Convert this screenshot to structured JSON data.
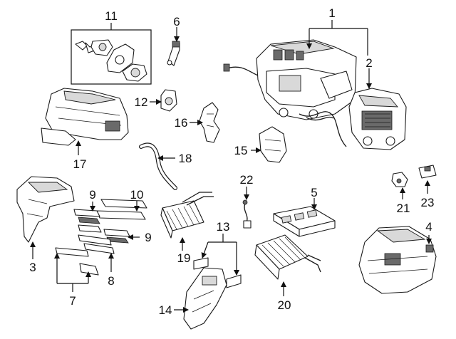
{
  "diagram": {
    "callouts": [
      {
        "id": "c1",
        "label": "1"
      },
      {
        "id": "c2",
        "label": "2"
      },
      {
        "id": "c3",
        "label": "3"
      },
      {
        "id": "c4",
        "label": "4"
      },
      {
        "id": "c5",
        "label": "5"
      },
      {
        "id": "c6",
        "label": "6"
      },
      {
        "id": "c7",
        "label": "7"
      },
      {
        "id": "c8",
        "label": "8"
      },
      {
        "id": "c9a",
        "label": "9"
      },
      {
        "id": "c9b",
        "label": "9"
      },
      {
        "id": "c10",
        "label": "10"
      },
      {
        "id": "c11",
        "label": "11"
      },
      {
        "id": "c12",
        "label": "12"
      },
      {
        "id": "c13",
        "label": "13"
      },
      {
        "id": "c14",
        "label": "14"
      },
      {
        "id": "c15",
        "label": "15"
      },
      {
        "id": "c16",
        "label": "16"
      },
      {
        "id": "c17",
        "label": "17"
      },
      {
        "id": "c18",
        "label": "18"
      },
      {
        "id": "c19",
        "label": "19"
      },
      {
        "id": "c20",
        "label": "20"
      },
      {
        "id": "c21",
        "label": "21"
      },
      {
        "id": "c22",
        "label": "22"
      },
      {
        "id": "c23",
        "label": "23"
      }
    ]
  }
}
